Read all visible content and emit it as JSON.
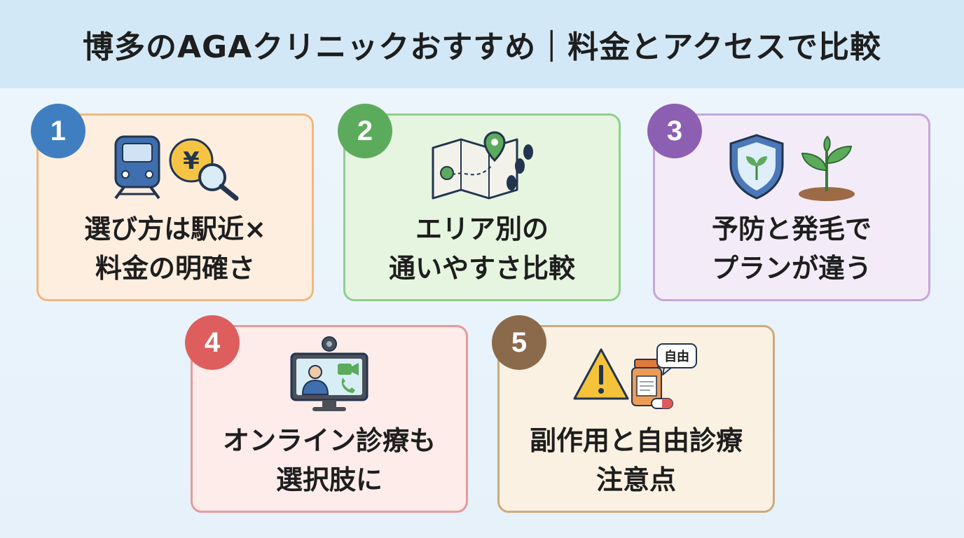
{
  "header": {
    "title": "博多のAGAクリニックおすすめ｜料金とアクセスで比較"
  },
  "cards": [
    {
      "number": "1",
      "line1": "選び方は駅近×",
      "line2": "料金の明確さ",
      "icons": [
        "train-icon",
        "yen-coin-icon",
        "magnifier-icon"
      ],
      "accent": "#3f7fc1",
      "border": "#f1b87c",
      "bg": "#fdeee0",
      "icon_text": "¥"
    },
    {
      "number": "2",
      "line1": "エリア別の",
      "line2": "通いやすさ比較",
      "icons": [
        "map-icon",
        "location-pin-icon",
        "footprints-icon"
      ],
      "accent": "#5cab5c",
      "border": "#8fcf8f",
      "bg": "#e5f5e0"
    },
    {
      "number": "3",
      "line1": "予防と発毛で",
      "line2": "プランが違う",
      "icons": [
        "shield-leaf-icon",
        "sprout-icon"
      ],
      "accent": "#8d5fb3",
      "border": "#c5a6dc",
      "bg": "#f3ecf8"
    },
    {
      "number": "4",
      "line1": "オンライン診療も",
      "line2": "選択肢に",
      "icons": [
        "webcam-monitor-icon",
        "doctor-icon",
        "video-icon",
        "phone-icon"
      ],
      "accent": "#de5e5e",
      "border": "#e59a9a",
      "bg": "#fdecea"
    },
    {
      "number": "5",
      "line1": "副作用と自由診療",
      "line2": "注意点",
      "icons": [
        "warning-icon",
        "medicine-bottle-icon",
        "pill-icon",
        "speech-bubble-icon"
      ],
      "accent": "#8b6a4c",
      "border": "#cda97c",
      "bg": "#fbf1e2",
      "icon_text": "自由"
    }
  ]
}
